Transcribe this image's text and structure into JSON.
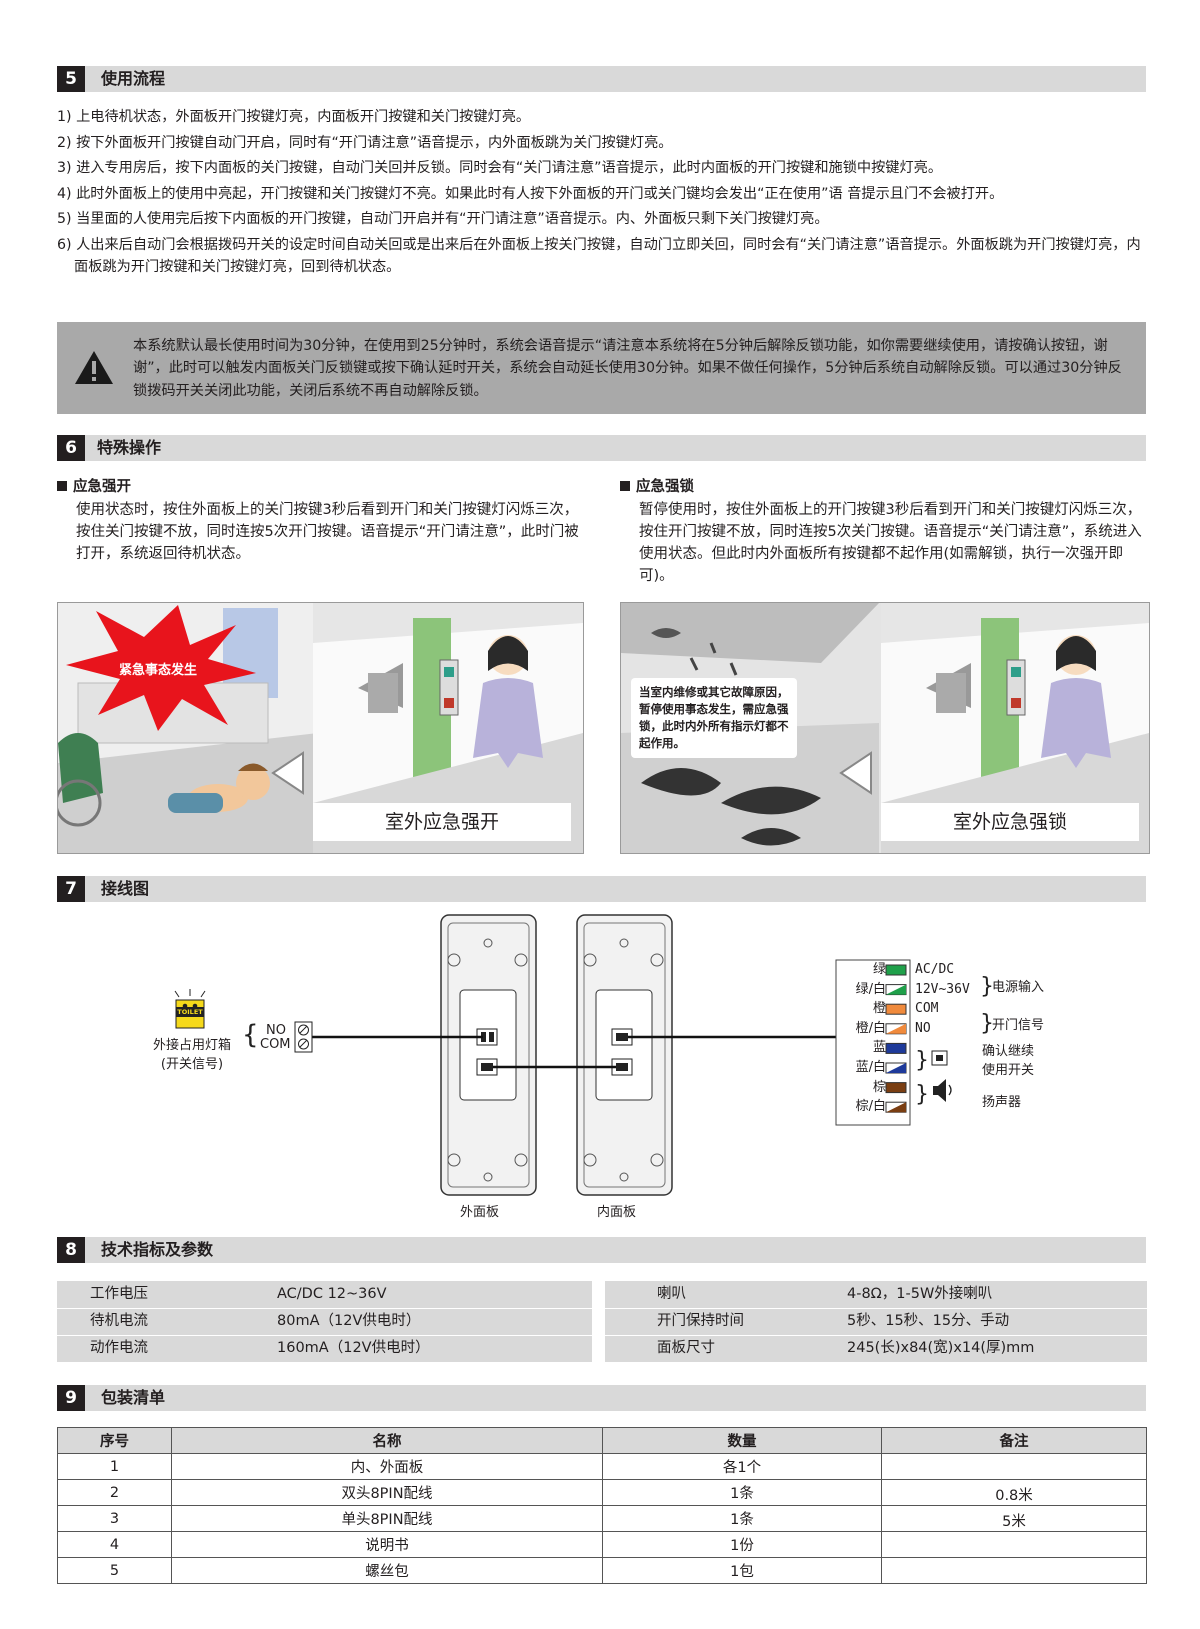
{
  "sections": {
    "s5": {
      "num": "5",
      "title": "使用流程"
    },
    "s6": {
      "num": "6",
      "title": "特殊操作"
    },
    "s7": {
      "num": "7",
      "title": "接线图"
    },
    "s8": {
      "num": "8",
      "title": "技术指标及参数"
    },
    "s9": {
      "num": "9",
      "title": "包装清单"
    }
  },
  "steps": [
    "1) 上电待机状态，外面板开门按键灯亮，内面板开门按键和关门按键灯亮。",
    "2) 按下外面板开门按键自动门开启，同时有“开门请注意”语音提示，内外面板跳为关门按键灯亮。",
    "3) 进入专用房后，按下内面板的关门按键，自动门关回并反锁。同时会有“关门请注意”语音提示，此时内面板的开门按键和施锁中按键灯亮。",
    "4) 此时外面板上的使用中亮起，开门按键和关门按键灯不亮。如果此时有人按下外面板的开门或关门键均会发出“正在使用”语 音提示且门不会被打开。",
    "5) 当里面的人使用完后按下内面板的开门按键，自动门开启并有“开门请注意”语音提示。内、外面板只剩下关门按键灯亮。",
    "6) 人出来后自动门会根据拨码开关的设定时间自动关回或是出来后在外面板上按关门按键，自动门立即关回，同时会有“关门请注意”语音提示。外面板跳为开门按键灯亮，内面板跳为开门按键和关门按键灯亮，回到待机状态。"
  ],
  "note": "本系统默认最长使用时间为30分钟，在使用到25分钟时，系统会语音提示“请注意本系统将在5分钟后解除反锁功能，如你需要继续使用，请按确认按钮，谢谢”，此时可以触发内面板关门反锁键或按下确认延时开关，系统会自动延长使用30分钟。如果不做任何操作，5分钟后系统自动解除反锁。可以通过30分钟反锁拨码开关关闭此功能，关闭后系统不再自动解除反锁。",
  "special": {
    "left": {
      "title": "应急强开",
      "text": "使用状态时，按住外面板上的关门按键3秒后看到开门和关门按键灯闪烁三次，按住关门按键不放，同时连按5次开门按键。语音提示“开门请注意”，此时门被打开，系统返回待机状态。",
      "burst": "紧急事态发生",
      "caption": "室外应急强开"
    },
    "right": {
      "title": "应急强锁",
      "text": "暂停使用时，按住外面板上的开门按键3秒后看到开门和关门按键灯闪烁三次，按住开门按键不放，同时连按5次关门按键。语音提示“关门请注意”，系统进入使用状态。但此时内外面板所有按键都不起作用(如需解锁，执行一次强开即可)。",
      "bubble": "当室内维修或其它故障原因，暂停使用事态发生，需应急强锁，此时内外所有指示灯都不起作用。",
      "caption": "室外应急强锁"
    }
  },
  "wiring": {
    "toilet_sign": "TOILET",
    "ext_label_1": "外接占用灯箱",
    "ext_label_2": "(开关信号)",
    "no": "NO",
    "com": "COM",
    "outer_panel": "外面板",
    "inner_panel": "内面板",
    "wires": [
      {
        "label": "绿",
        "color": "#1fa04a",
        "striped": false
      },
      {
        "label": "绿/白",
        "color": "#1fa04a",
        "striped": true
      },
      {
        "label": "橙",
        "color": "#f08a3c",
        "striped": false
      },
      {
        "label": "橙/白",
        "color": "#f08a3c",
        "striped": true
      },
      {
        "label": "蓝",
        "color": "#1e3a9a",
        "striped": false
      },
      {
        "label": "蓝/白",
        "color": "#1e3a9a",
        "striped": true
      },
      {
        "label": "棕",
        "color": "#7a3e12",
        "striped": false
      },
      {
        "label": "棕/白",
        "color": "#7a3e12",
        "striped": true
      }
    ],
    "terms": [
      "AC/DC",
      "12V~36V",
      "COM",
      "NO"
    ],
    "groups": {
      "power": "电源输入",
      "door": "开门信号",
      "confirm_1": "确认继续",
      "confirm_2": "使用开关",
      "speaker": "扬声器"
    }
  },
  "specs": {
    "left": [
      {
        "k": "工作电压",
        "v": "AC/DC 12~36V"
      },
      {
        "k": "待机电流",
        "v": "80mA（12V供电时）"
      },
      {
        "k": "动作电流",
        "v": "160mA（12V供电时）"
      }
    ],
    "right": [
      {
        "k": "喇叭",
        "v": "4-8Ω，1-5W外接喇叭"
      },
      {
        "k": "开门保持时间",
        "v": "5秒、15秒、15分、手动"
      },
      {
        "k": "面板尺寸",
        "v": "245(长)x84(宽)x14(厚)mm"
      }
    ]
  },
  "packing": {
    "headers": [
      "序号",
      "名称",
      "数量",
      "备注"
    ],
    "rows": [
      [
        "1",
        "内、外面板",
        "各1个",
        ""
      ],
      [
        "2",
        "双头8PIN配线",
        "1条",
        "0.8米"
      ],
      [
        "3",
        "单头8PIN配线",
        "1条",
        "5米"
      ],
      [
        "4",
        "说明书",
        "1份",
        ""
      ],
      [
        "5",
        "螺丝包",
        "1包",
        ""
      ]
    ]
  }
}
